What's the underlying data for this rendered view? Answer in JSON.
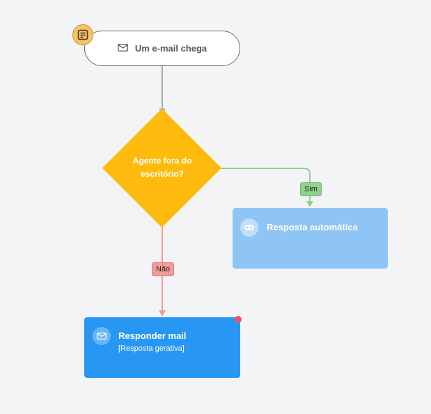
{
  "flow": {
    "trigger": {
      "label": "Um e-mail chega",
      "icon": "mail-icon",
      "badge_icon": "note-icon",
      "badge_color": "#f6c26b"
    },
    "decision": {
      "line1": "Agente fora do",
      "line2": "escritório?",
      "color": "#ffbb0d"
    },
    "branches": {
      "yes": {
        "label": "Sim",
        "color": "#8fd18f"
      },
      "no": {
        "label": "Não",
        "color": "#f49b9b"
      }
    },
    "auto_reply": {
      "title": "Resposta automática",
      "icon": "bot-icon",
      "color": "#8ec5f5"
    },
    "reply": {
      "title": "Responder mail",
      "subtitle": "[Resposta gerativa]",
      "icon": "mail-icon",
      "color": "#2797f3",
      "status_dot_color": "#f25266"
    }
  }
}
